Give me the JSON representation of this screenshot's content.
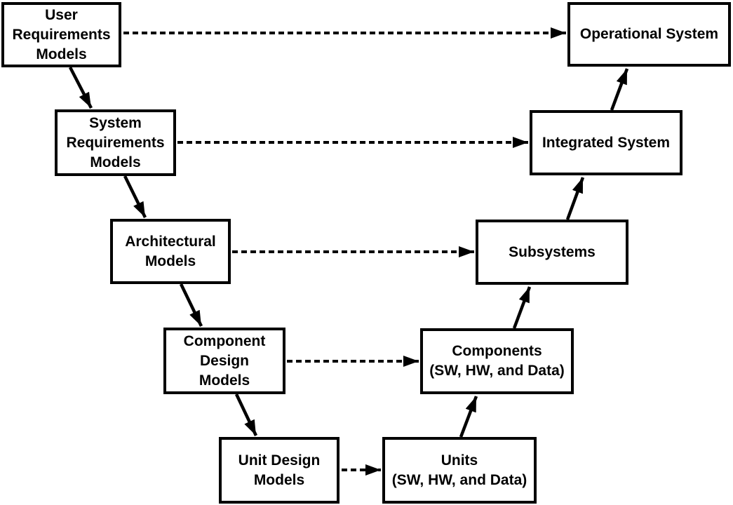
{
  "diagram": {
    "background_color": "#ffffff",
    "box_fill_color": "#ffffff",
    "box_border_color": "#000000",
    "text_color": "#000000",
    "nodes": [
      {
        "id": "user-requirements-models",
        "label": "User\nRequirements\nModels"
      },
      {
        "id": "system-requirements-models",
        "label": "System\nRequirements\nModels"
      },
      {
        "id": "architectural-models",
        "label": "Architectural\nModels"
      },
      {
        "id": "component-design-models",
        "label": "Component\nDesign\nModels"
      },
      {
        "id": "unit-design-models",
        "label": "Unit Design\nModels"
      },
      {
        "id": "units",
        "label": "Units\n(SW, HW, and Data)"
      },
      {
        "id": "components",
        "label": "Components\n(SW, HW, and Data)"
      },
      {
        "id": "subsystems",
        "label": "Subsystems"
      },
      {
        "id": "integrated-system",
        "label": "Integrated System"
      },
      {
        "id": "operational-system",
        "label": "Operational System"
      }
    ],
    "edges": [
      {
        "from": "user-requirements-models",
        "to": "operational-system",
        "style": "dashed"
      },
      {
        "from": "system-requirements-models",
        "to": "integrated-system",
        "style": "dashed"
      },
      {
        "from": "architectural-models",
        "to": "subsystems",
        "style": "dashed"
      },
      {
        "from": "component-design-models",
        "to": "components",
        "style": "dashed"
      },
      {
        "from": "unit-design-models",
        "to": "units",
        "style": "dashed"
      },
      {
        "from": "user-requirements-models",
        "to": "system-requirements-models",
        "style": "solid"
      },
      {
        "from": "system-requirements-models",
        "to": "architectural-models",
        "style": "solid"
      },
      {
        "from": "architectural-models",
        "to": "component-design-models",
        "style": "solid"
      },
      {
        "from": "component-design-models",
        "to": "unit-design-models",
        "style": "solid"
      },
      {
        "from": "units",
        "to": "components",
        "style": "solid"
      },
      {
        "from": "components",
        "to": "subsystems",
        "style": "solid"
      },
      {
        "from": "subsystems",
        "to": "integrated-system",
        "style": "solid"
      },
      {
        "from": "integrated-system",
        "to": "operational-system",
        "style": "solid"
      }
    ]
  }
}
